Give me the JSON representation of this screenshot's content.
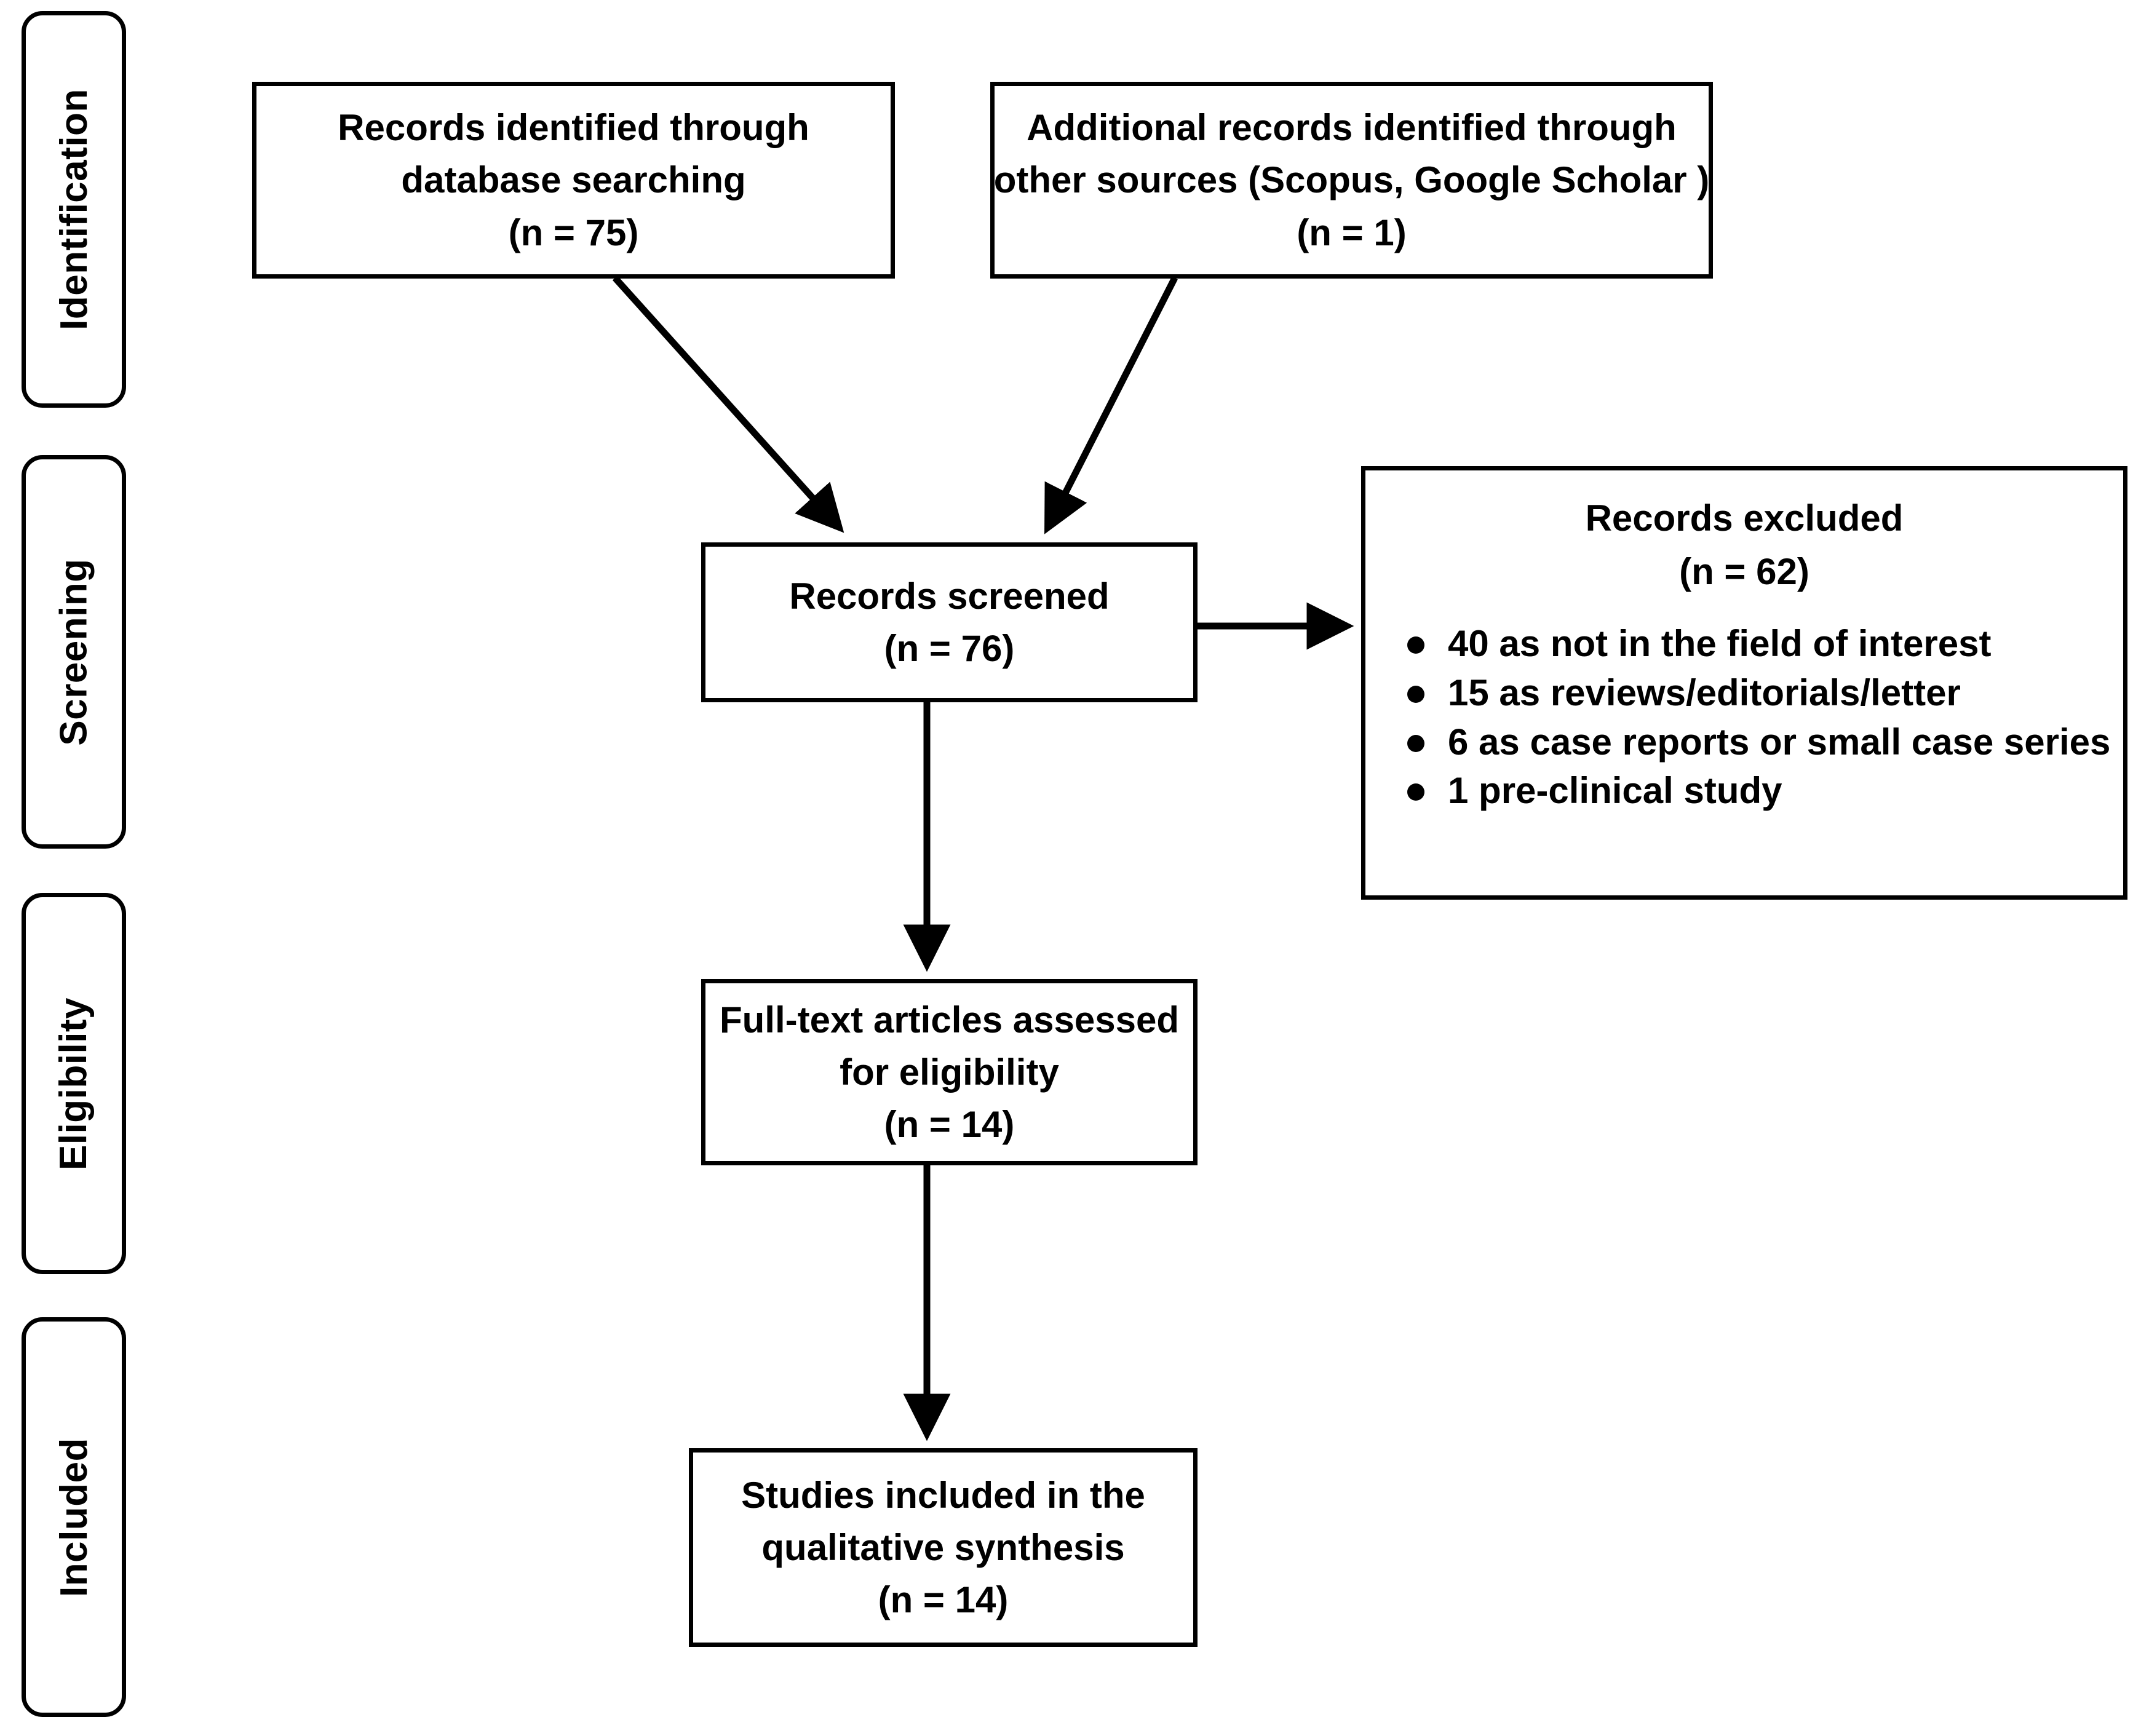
{
  "diagram": {
    "type": "prisma-flow-diagram",
    "stages": [
      {
        "id": "identification",
        "label": "Identification"
      },
      {
        "id": "screening",
        "label": "Screening"
      },
      {
        "id": "eligibility",
        "label": "Eligibility"
      },
      {
        "id": "included",
        "label": "Included"
      }
    ],
    "boxes": {
      "database_search": {
        "lines": [
          "Records identified through",
          "database searching",
          "(n =  75)"
        ],
        "count": 75
      },
      "other_sources": {
        "lines": [
          "Additional records identified through",
          "other sources (Scopus, Google Scholar )",
          "(n =  1)"
        ],
        "count": 1
      },
      "screened": {
        "lines": [
          "Records screened",
          "(n = 76)"
        ],
        "count": 76
      },
      "excluded": {
        "heading": [
          "Records excluded",
          "(n =  62)"
        ],
        "count": 62,
        "reasons": [
          "40 as not in the field of interest",
          "15 as reviews/editorials/letter",
          "6 as case reports or small case series",
          "1 pre-clinical study"
        ]
      },
      "fulltext": {
        "lines": [
          "Full-text articles assessed",
          "for eligibility",
          "(n = 14)"
        ],
        "count": 14
      },
      "included_studies": {
        "lines": [
          "Studies included in the",
          "qualitative synthesis",
          "(n = 14)"
        ],
        "count": 14
      }
    },
    "colors": {
      "stroke": "#000000",
      "fill": "#ffffff",
      "text": "#000000"
    }
  }
}
